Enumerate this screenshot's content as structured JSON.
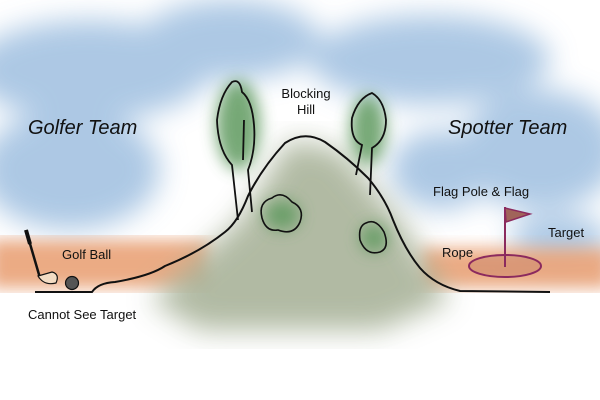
{
  "labels": {
    "golfer_team": "Golfer Team",
    "spotter_team": "Spotter Team",
    "blocking_hill_line1": "Blocking",
    "blocking_hill_line2": "Hill",
    "flag_pole": "Flag Pole & Flag",
    "target": "Target",
    "rope": "Rope",
    "golf_ball": "Golf Ball",
    "cannot_see": "Cannot See Target"
  },
  "colors": {
    "sky": "#9fbfe0",
    "ground": "#e9a277",
    "hill": "#a9b39a",
    "tree": "#5f9a5f",
    "rope": "#8b2a5e",
    "flag": "#a0645a",
    "outline": "#111111"
  }
}
